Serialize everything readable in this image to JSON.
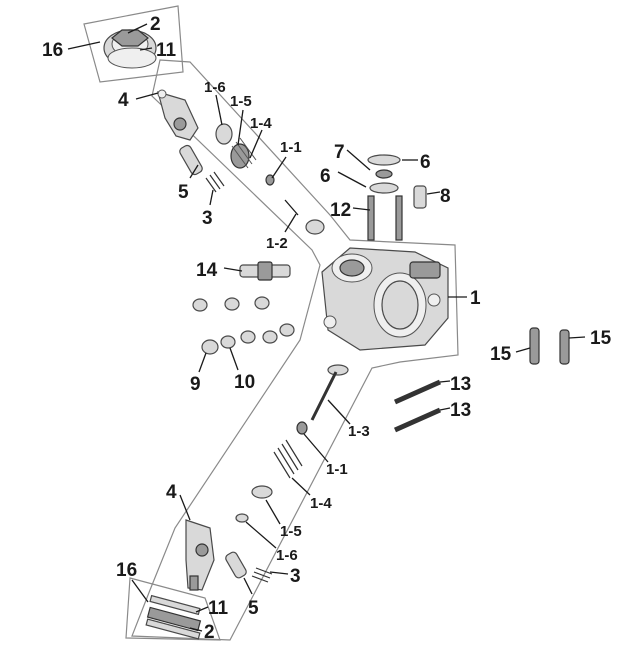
{
  "labels": {
    "l_16_top": "16",
    "l_2_top": "2",
    "l_11_top": "11",
    "l_4_top": "4",
    "l_1_6_top": "1-6",
    "l_1_5_top": "1-5",
    "l_1_4_top": "1-4",
    "l_1_1_top": "1-1",
    "l_5_top": "5",
    "l_3_top": "3",
    "l_1_2": "1-2",
    "l_7": "7",
    "l_6_right": "6",
    "l_6_left": "6",
    "l_8": "8",
    "l_12": "12",
    "l_14": "14",
    "l_1": "1",
    "l_15_left": "15",
    "l_15_right": "15",
    "l_9": "9",
    "l_10": "10",
    "l_13_a": "13",
    "l_13_b": "13",
    "l_1_3": "1-3",
    "l_1_1_bot": "1-1",
    "l_1_4_bot": "1-4",
    "l_1_5_bot": "1-5",
    "l_1_6_bot": "1-6",
    "l_4_bot": "4",
    "l_3_bot": "3",
    "l_5_bot": "5",
    "l_16_bot": "16",
    "l_11_bot": "11",
    "l_2_bot": "2"
  }
}
